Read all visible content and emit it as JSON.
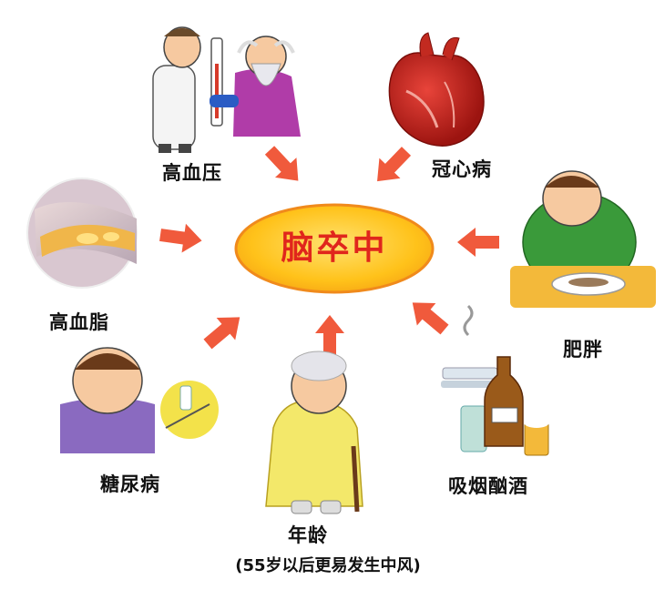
{
  "diagram": {
    "center": {
      "label": "脑卒中"
    },
    "factors": [
      {
        "id": "hypertension",
        "label": "高血压"
      },
      {
        "id": "coronary",
        "label": "冠心病"
      },
      {
        "id": "hyperlipidemia",
        "label": "高血脂"
      },
      {
        "id": "obesity",
        "label": "肥胖"
      },
      {
        "id": "diabetes",
        "label": "糖尿病"
      },
      {
        "id": "age",
        "label": "年龄",
        "note": "(55岁以后更易发生中风)"
      },
      {
        "id": "smoking",
        "label": "吸烟酗酒"
      }
    ],
    "colors": {
      "center_fill": "#ffc21a",
      "center_stroke": "#f08a1c",
      "center_text": "#e0261c",
      "arrow": "#f05a3c"
    }
  }
}
